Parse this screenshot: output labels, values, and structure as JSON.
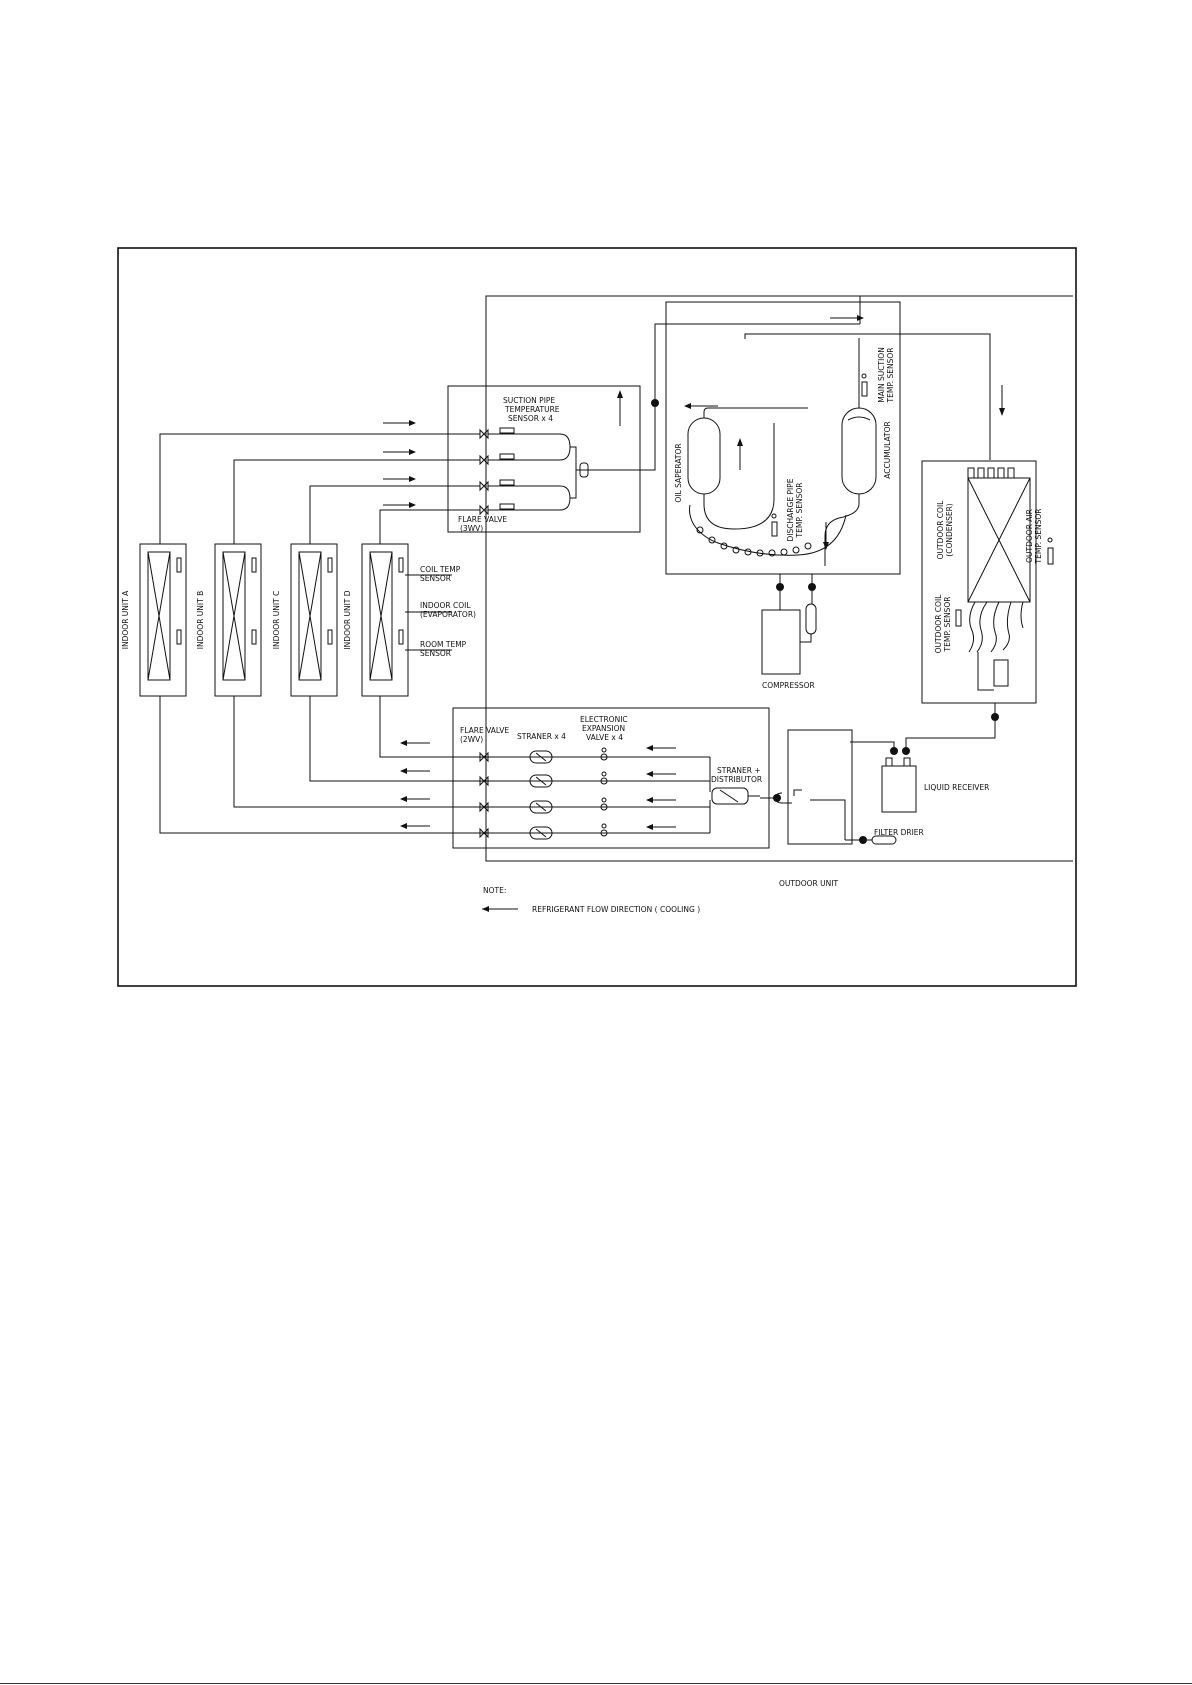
{
  "labels": {
    "suction_sensor": [
      "SUCTION PIPE",
      "TEMPERATURE",
      "SENSOR x 4"
    ],
    "flare_3wv": [
      "FLARE VALVE",
      "(3WV)"
    ],
    "flare_2wv": [
      "FLARE VALVE",
      "(2WV)"
    ],
    "strainer": "STRANER x 4",
    "eev": [
      "ELECTRONIC",
      "EXPANSION",
      "VALVE x 4"
    ],
    "strainer_distributor": [
      "STRANER +",
      "DISTRIBUTOR"
    ],
    "oil_separator": "OIL SAPERATOR",
    "accumulator": "ACCUMULATOR",
    "main_suction_sensor": [
      "MAIN SUCTION",
      "TEMP. SENSOR"
    ],
    "discharge_sensor": [
      "DISCHARGE PIPE",
      "TEMP. SENSOR"
    ],
    "compressor": "COMPRESSOR",
    "outdoor_coil": [
      "OUTDOOR COIL",
      "(CONDENSER)"
    ],
    "outdoor_air_sensor": [
      "OUTDOOR AIR",
      "TEMP. SENSOR"
    ],
    "outdoor_coil_sensor": [
      "OUTDOOR COIL",
      "TEMP. SENSOR"
    ],
    "liquid_receiver": "LIQUID RECEIVER",
    "filter_drier": "FILTER DRIER",
    "outdoor_unit": "OUTDOOR UNIT",
    "coil_temp_sensor": [
      "COIL TEMP",
      "SENSOR"
    ],
    "indoor_coil": [
      "INDOOR COIL",
      "(EVAPORATOR)"
    ],
    "room_temp_sensor": [
      "ROOM TEMP",
      "SENSOR"
    ],
    "indoor_units": [
      "INDOOR UNIT A",
      "INDOOR UNIT B",
      "INDOOR UNIT C",
      "INDOOR UNIT D"
    ],
    "note": "NOTE:",
    "legend": "REFRIGERANT FLOW DIRECTION ( COOLING )"
  }
}
